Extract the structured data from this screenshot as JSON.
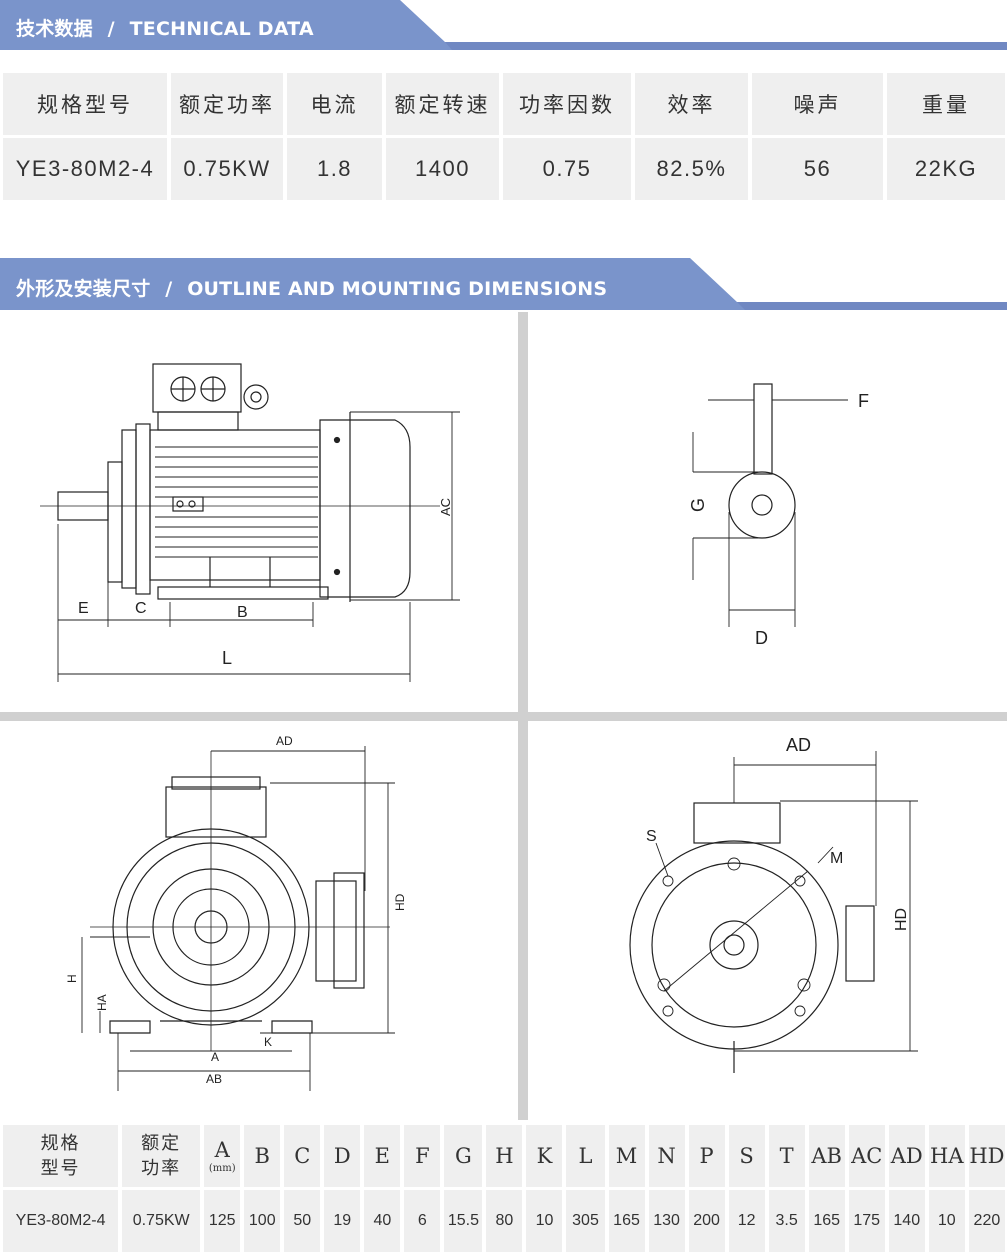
{
  "section1": {
    "title_cn": "技术数据",
    "slash": "/",
    "title_en": "TECHNICAL DATA"
  },
  "technical_table": {
    "headers": [
      "规格型号",
      "额定功率",
      "电流",
      "额定转速",
      "功率因数",
      "效率",
      "噪声",
      "重量"
    ],
    "values": [
      "YE3-80M2-4",
      "0.75KW",
      "1.8",
      "1400",
      "0.75",
      "82.5%",
      "56",
      "22KG"
    ]
  },
  "section2": {
    "title_cn": "外形及安装尺寸",
    "slash": "/",
    "title_en": "OUTLINE AND MOUNTING DIMENSIONS"
  },
  "drawings": {
    "side_view": {
      "labels": [
        "E",
        "C",
        "B",
        "L",
        "AC"
      ]
    },
    "shaft_view": {
      "labels": [
        "F",
        "G",
        "D"
      ]
    },
    "foot_view": {
      "labels": [
        "AD",
        "HD",
        "H",
        "HA",
        "A",
        "AB",
        "K"
      ]
    },
    "flange_view": {
      "labels": [
        "AD",
        "S",
        "M",
        "HD"
      ]
    }
  },
  "dimension_table": {
    "header_model": [
      "规格",
      "型号"
    ],
    "header_power": [
      "额定",
      "功率"
    ],
    "header_letters": [
      "A",
      "B",
      "C",
      "D",
      "E",
      "F",
      "G",
      "H",
      "K",
      "L",
      "M",
      "N",
      "P",
      "S",
      "T",
      "AB",
      "AC",
      "AD",
      "HA",
      "HD"
    ],
    "unit": "(mm)",
    "row": [
      "YE3-80M2-4",
      "0.75KW",
      "125",
      "100",
      "50",
      "19",
      "40",
      "6",
      "15.5",
      "80",
      "10",
      "305",
      "165",
      "130",
      "200",
      "12",
      "3.5",
      "165",
      "175",
      "140",
      "10",
      "220"
    ]
  },
  "colors": {
    "banner_blue": "#7a94cb",
    "banner_dark": "#6a83bb",
    "cell_gray": "#efefef",
    "divider": "#d0d0d0"
  }
}
